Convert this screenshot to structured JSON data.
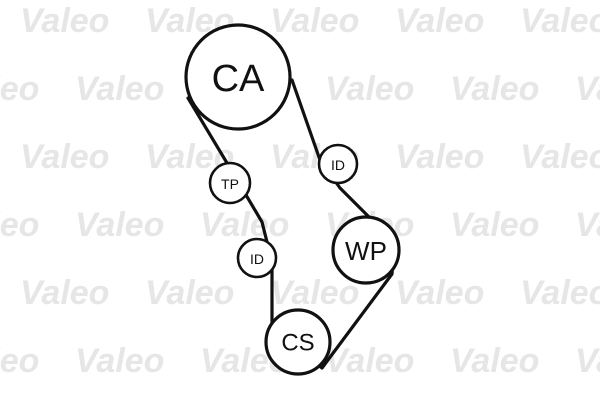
{
  "watermark_text": "Valeo",
  "colors": {
    "line": "#111111",
    "watermark": "#e6e6e6",
    "background": "#ffffff"
  },
  "pulleys": [
    {
      "id": "ca",
      "label": "CA"
    },
    {
      "id": "tp",
      "label": "TP"
    },
    {
      "id": "id_upper",
      "label": "ID"
    },
    {
      "id": "wp",
      "label": "WP"
    },
    {
      "id": "id_lower",
      "label": "ID"
    },
    {
      "id": "cs",
      "label": "CS"
    }
  ]
}
